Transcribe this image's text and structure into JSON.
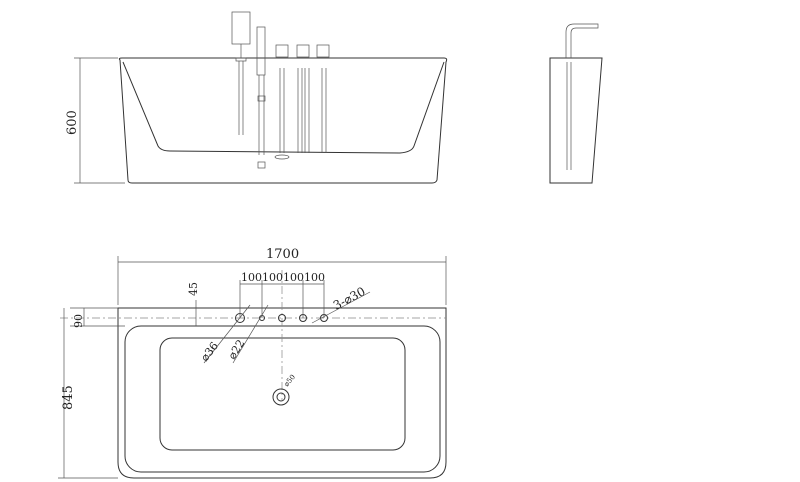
{
  "front_view": {
    "height_label": "600"
  },
  "plan_view": {
    "length_label": "1700",
    "spacing_labels": [
      "100",
      "100",
      "100",
      "100"
    ],
    "offset_45_label": "45",
    "offset_90_label": "90",
    "width_label": "845",
    "holes_30_label": "3-⌀30",
    "hole_36_label": "⌀36",
    "hole_22_label": "⌀22",
    "drain_label": "⌀50"
  }
}
